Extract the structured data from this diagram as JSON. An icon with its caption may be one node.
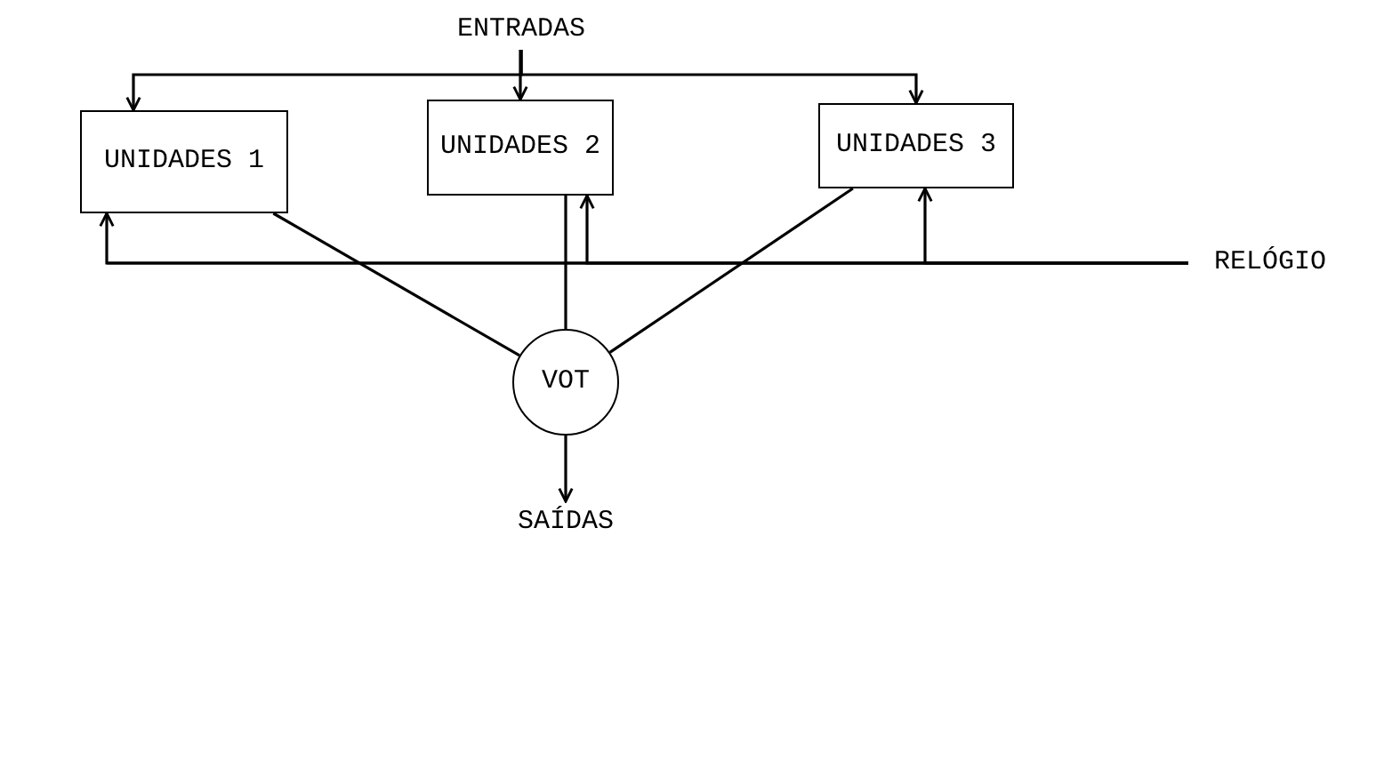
{
  "diagram": {
    "nodes": [
      {
        "text": [
          "ENTRADAS"
        ]
      },
      {
        "text": [
          "UNIDADES 1"
        ]
      },
      {
        "text": [
          "UNIDADES 2"
        ]
      },
      {
        "text": [
          "UNIDADES 3"
        ]
      },
      {
        "text": [
          "RELÓGIO"
        ]
      },
      {
        "text": [
          "VOT"
        ]
      },
      {
        "text": [
          "SAÍDAS"
        ]
      }
    ],
    "edges": [
      {
        "from": 0,
        "to": 1,
        "arrow": "to"
      },
      {
        "from": 0,
        "to": 2,
        "arrow": "to"
      },
      {
        "from": 0,
        "to": 3,
        "arrow": "to"
      },
      {
        "from": 4,
        "to": 1,
        "arrow": "to"
      },
      {
        "from": 4,
        "to": 2,
        "arrow": "to"
      },
      {
        "from": 4,
        "to": 3,
        "arrow": "to"
      },
      {
        "from": 1,
        "to": 5,
        "arrow": "none"
      },
      {
        "from": 2,
        "to": 5,
        "arrow": "none"
      },
      {
        "from": 3,
        "to": 5,
        "arrow": "none"
      },
      {
        "from": 5,
        "to": 6,
        "arrow": "to"
      }
    ]
  }
}
